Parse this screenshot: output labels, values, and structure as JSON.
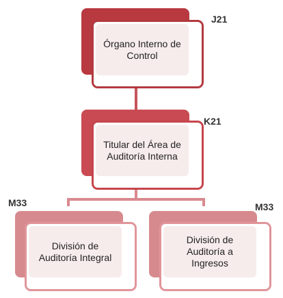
{
  "colors": {
    "top_shadow": "#b8393f",
    "top_border": "#b33a40",
    "mid_shadow": "#c94a52",
    "mid_border": "#c6454c",
    "low_shadow": "#d78a8e",
    "low_border": "#e0959a",
    "connector": "#c5555c",
    "inner_fill": "#f7ecec"
  },
  "nodes": {
    "organo": {
      "code": "J21",
      "label": "Órgano Interno de Control"
    },
    "titular": {
      "code": "K21",
      "label": "Titular del Área de Auditoría Interna"
    },
    "integral": {
      "code": "M33",
      "label": "División de Auditoría Integral"
    },
    "ingresos": {
      "code": "M33",
      "label": "División de Auditoría a Ingresos"
    }
  }
}
